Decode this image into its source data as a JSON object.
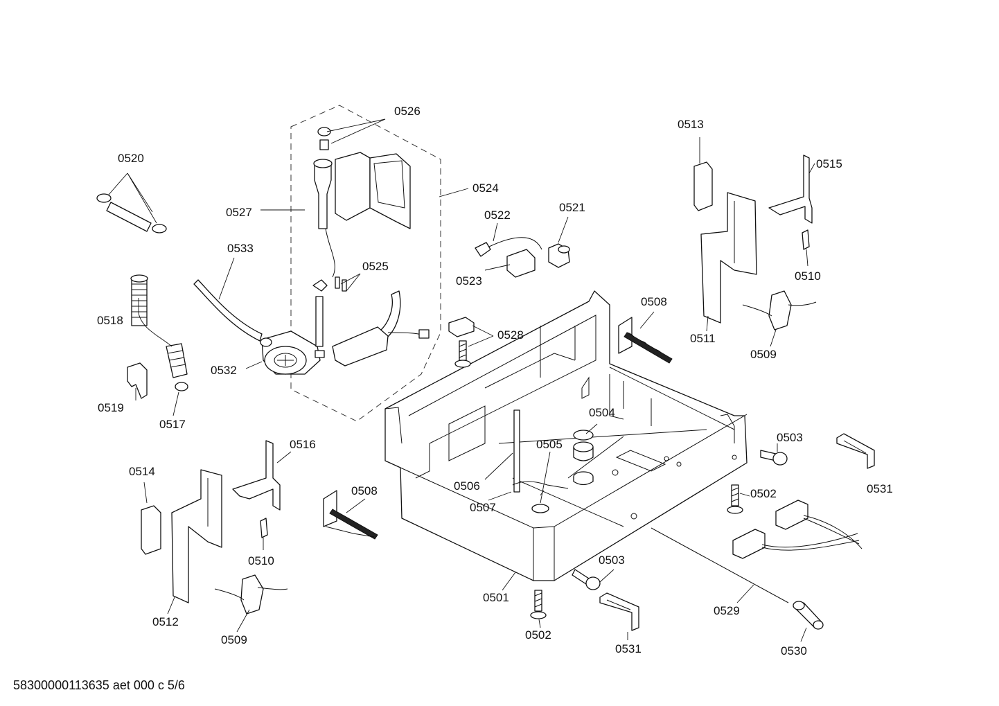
{
  "diagram": {
    "labels": {
      "p0501": "0501",
      "p0502a": "0502",
      "p0502b": "0502",
      "p0503a": "0503",
      "p0503b": "0503",
      "p0504": "0504",
      "p0505": "0505",
      "p0506": "0506",
      "p0507": "0507",
      "p0508a": "0508",
      "p0508b": "0508",
      "p0509a": "0509",
      "p0509b": "0509",
      "p0510a": "0510",
      "p0510b": "0510",
      "p0511": "0511",
      "p0512": "0512",
      "p0513": "0513",
      "p0514": "0514",
      "p0515": "0515",
      "p0516": "0516",
      "p0517": "0517",
      "p0518": "0518",
      "p0519": "0519",
      "p0520": "0520",
      "p0521": "0521",
      "p0522": "0522",
      "p0523": "0523",
      "p0524": "0524",
      "p0525": "0525",
      "p0526": "0526",
      "p0527": "0527",
      "p0528": "0528",
      "p0529": "0529",
      "p0530": "0530",
      "p0531a": "0531",
      "p0531b": "0531",
      "p0532": "0532",
      "p0533": "0533"
    },
    "footer": "58300000113635 aet 000 c 5/6"
  }
}
